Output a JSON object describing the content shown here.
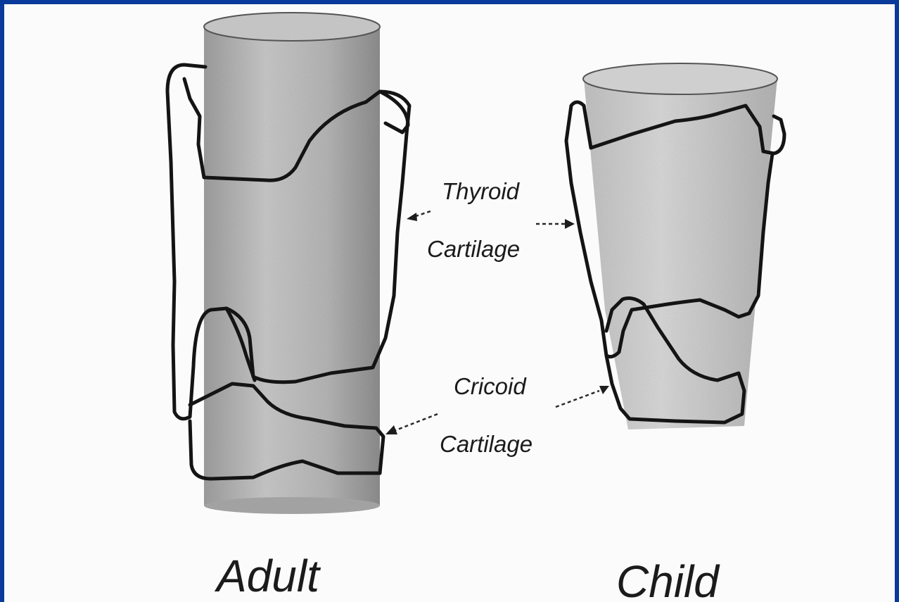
{
  "labels": {
    "thyroid_line1": "Thyroid",
    "thyroid_line2": "Cartilage",
    "cricoid_line1": "Cricoid",
    "cricoid_line2": "Cartilage",
    "adult": "Adult",
    "child": "Child"
  },
  "colors": {
    "frame": "#0a3a9a",
    "background": "#fbfbfb",
    "tube": "#b8b8b8",
    "outline": "#141414"
  }
}
